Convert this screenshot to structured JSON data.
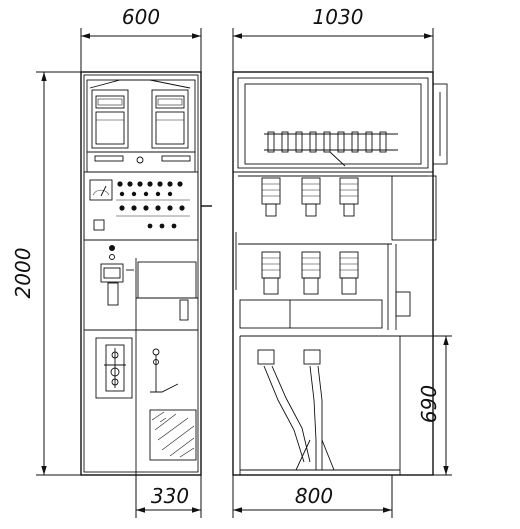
{
  "dimensions": {
    "front_width": "600",
    "side_depth": "1030",
    "height": "2000",
    "door_width": "330",
    "base_depth": "800",
    "cable_height": "690"
  },
  "colors": {
    "ink": "#111111",
    "paper": "#ffffff"
  }
}
